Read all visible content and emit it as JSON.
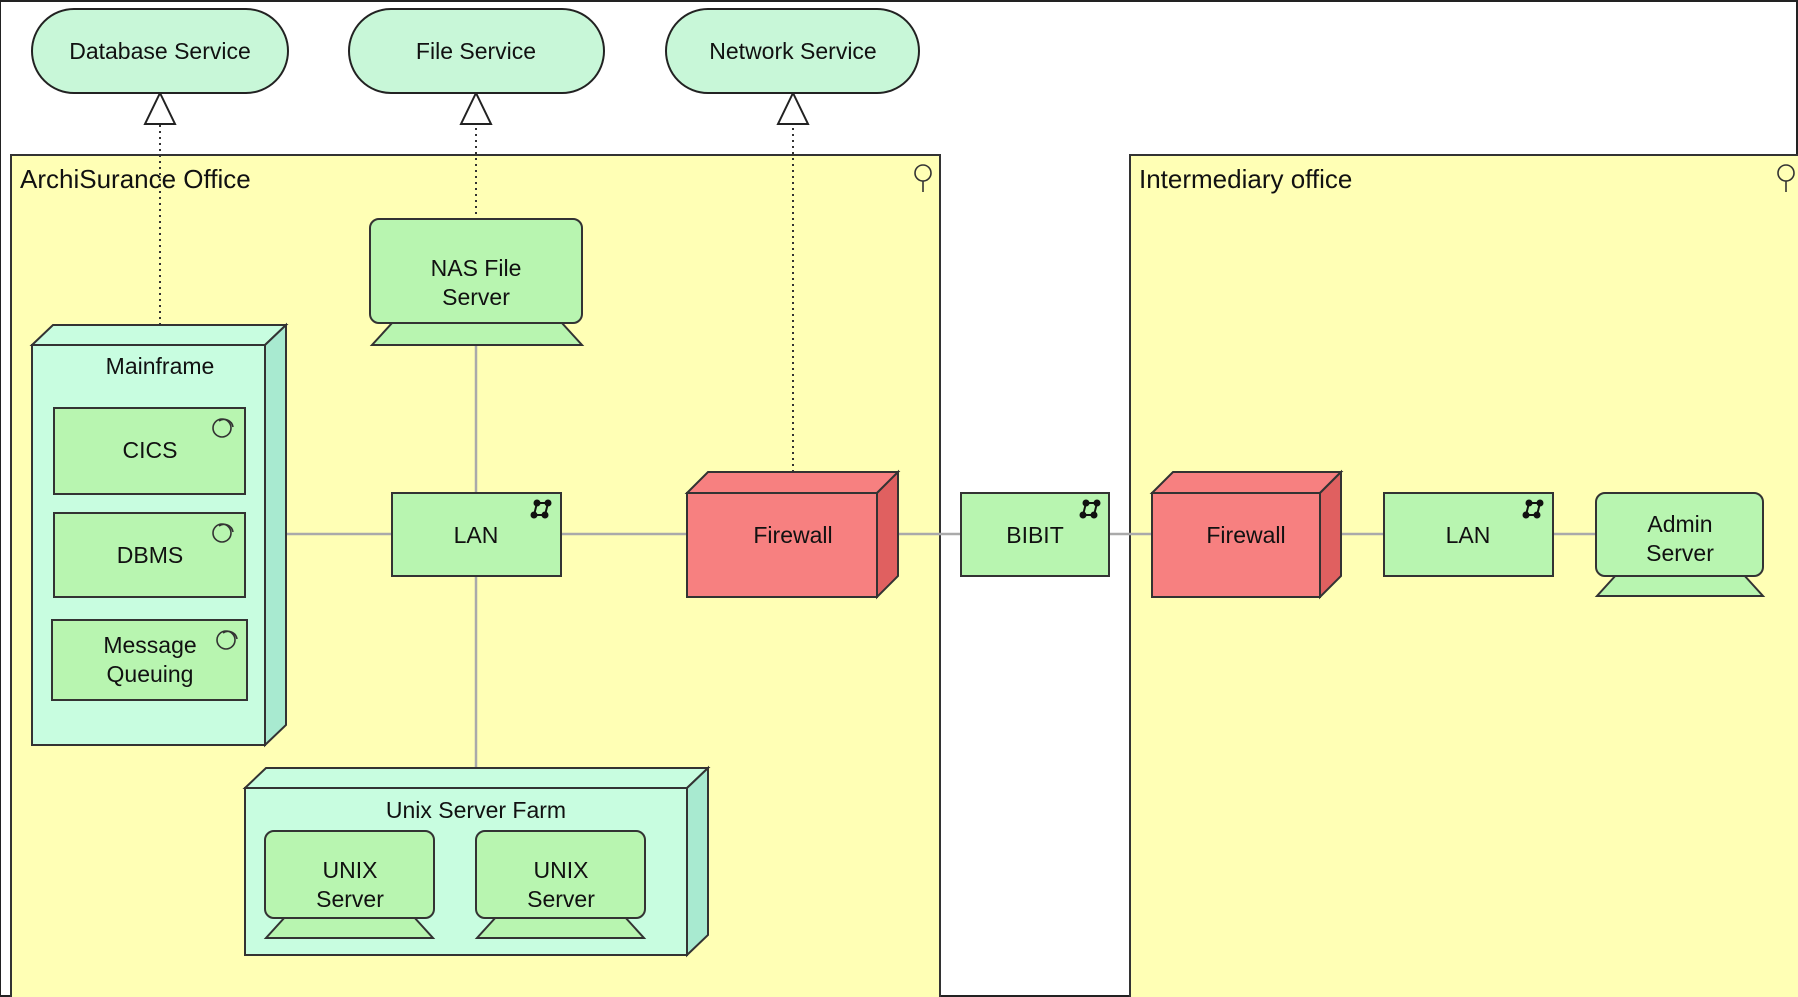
{
  "services": {
    "database": "Database Service",
    "file": "File Service",
    "network": "Network Service"
  },
  "locations": {
    "archisurance": "ArchiSurance Office",
    "intermediary": "Intermediary office"
  },
  "nodes": {
    "mainframe": "Mainframe",
    "unix_farm": "Unix Server Farm",
    "firewall_left": "Firewall",
    "firewall_right": "Firewall"
  },
  "system_software": {
    "cics": "CICS",
    "dbms": "DBMS",
    "mq_line1": "Message",
    "mq_line2": "Queuing"
  },
  "devices": {
    "nas_line1": "NAS File",
    "nas_line2": "Server",
    "unix1_line1": "UNIX",
    "unix1_line2": "Server",
    "unix2_line1": "UNIX",
    "unix2_line2": "Server",
    "admin_line1": "Admin",
    "admin_line2": "Server"
  },
  "networks": {
    "lan_left": "LAN",
    "bibit": "BIBIT",
    "lan_right": "LAN"
  },
  "colors": {
    "location_fill": "#ffffb5",
    "service_fill": "#c8f7d8",
    "node_fill": "#c8fde0",
    "device_fill": "#b8f5b0",
    "firewall_fill": "#f78080",
    "connector": "#aaaaaa"
  }
}
